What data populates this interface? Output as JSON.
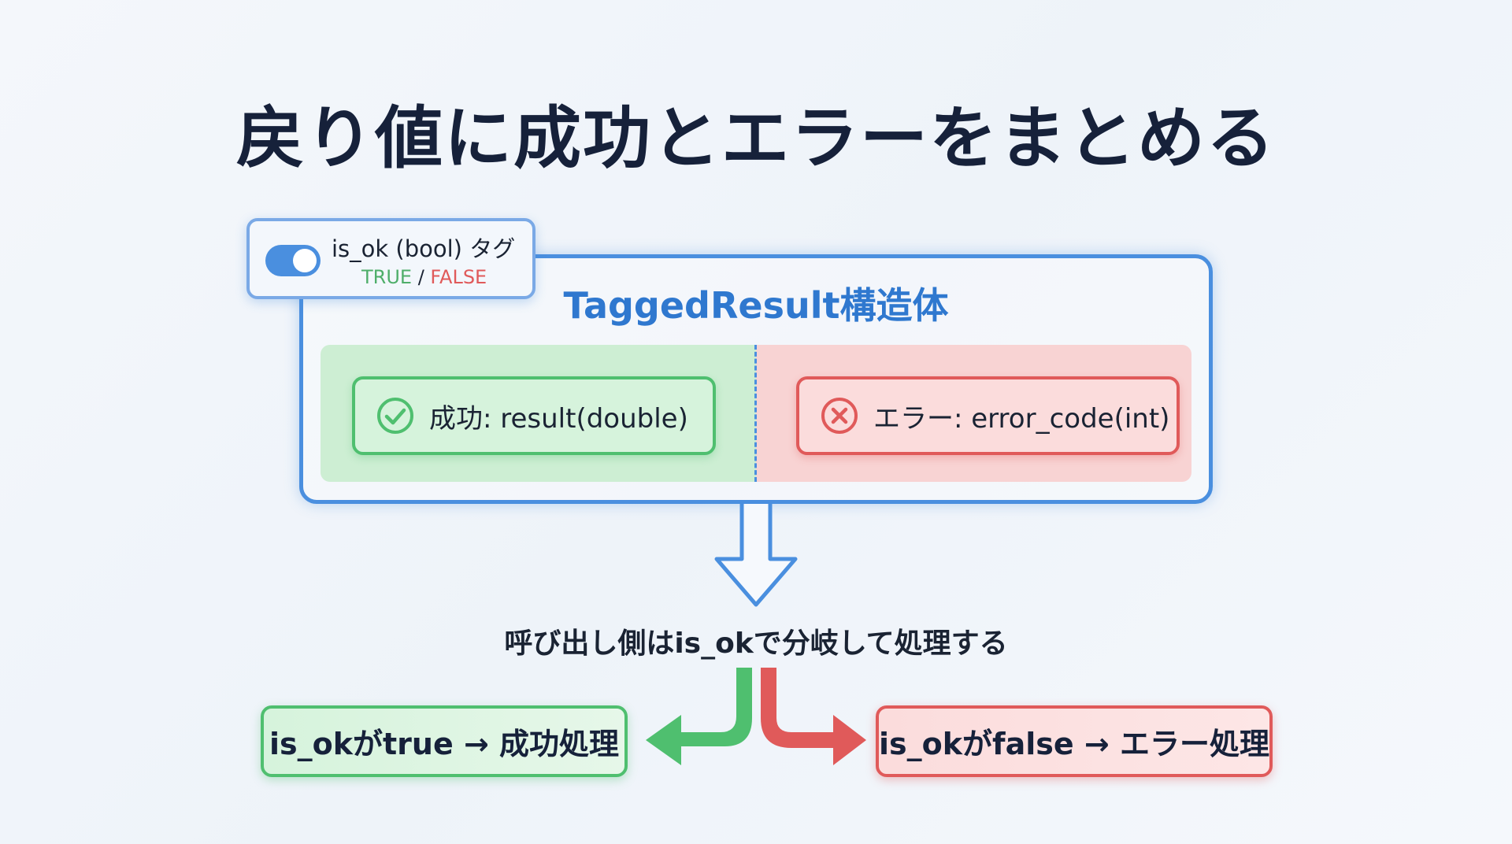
{
  "title": "戻り値に成功とエラーをまとめる",
  "tag": {
    "label": "is_ok (bool) タグ",
    "true_text": "TRUE",
    "separator": " / ",
    "false_text": "FALSE"
  },
  "struct_title": "TaggedResult構造体",
  "success_field": "成功: result(double)",
  "error_field": "エラー: error_code(int)",
  "caption": "呼び出し側はis_okで分岐して処理する",
  "outcomes": {
    "ok": "is_okがtrue → 成功処理",
    "error": "is_okがfalse → エラー処理"
  },
  "colors": {
    "blue": "#4a8fdf",
    "green": "#4fbf6f",
    "red": "#e05a5a"
  }
}
